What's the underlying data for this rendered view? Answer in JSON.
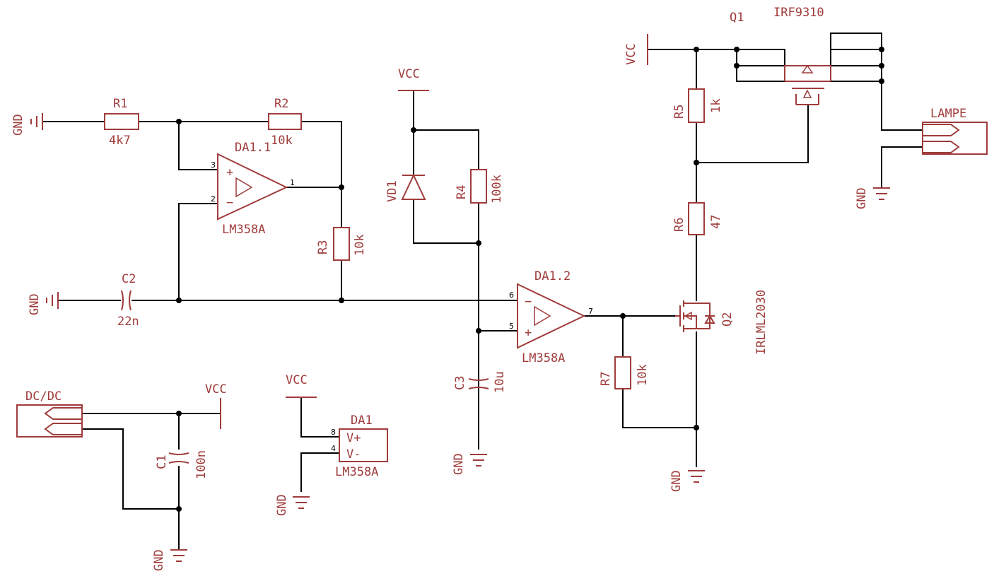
{
  "labels": {
    "r1": "R1",
    "r1v": "4k7",
    "r2": "R2",
    "r2v": "10k",
    "r3": "R3",
    "r3v": "10k",
    "r4": "R4",
    "r4v": "100k",
    "r5": "R5",
    "r5v": "1k",
    "r6": "R6",
    "r6v": "47",
    "r7": "R7",
    "r7v": "10k",
    "c1": "C1",
    "c1v": "100n",
    "c2": "C2",
    "c2v": "22n",
    "c3": "C3",
    "c3v": "10u",
    "da11": "DA1.1",
    "da11t": "LM358A",
    "da12": "DA1.2",
    "da12t": "LM358A",
    "da1": "DA1",
    "da1t": "LM358A",
    "vplus": "V+",
    "vminus": "V-",
    "vd1": "VD1",
    "q1": "Q1",
    "q1t": "IRF9310",
    "q2": "Q2",
    "q2t": "IRLML2030",
    "lampe": "LAMPE",
    "dcdc": "DC/DC",
    "vcc": "VCC",
    "gnd": "GND",
    "plus": "+",
    "minus": "−"
  },
  "pins": {
    "p1": "1",
    "p2": "2",
    "p3": "3",
    "p5": "5",
    "p6": "6",
    "p7": "7",
    "p4": "4",
    "p8": "8"
  },
  "colors": {
    "symbol": "#a03c3c",
    "wire": "#000000"
  }
}
